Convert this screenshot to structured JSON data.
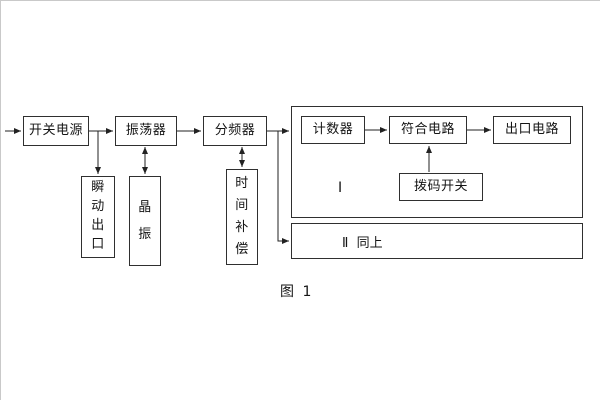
{
  "figure": {
    "caption": "图 1"
  },
  "blocks": {
    "power": "开关电源",
    "oscillator": "振荡器",
    "divider": "分频器",
    "counter": "计数器",
    "coincidence": "符合电路",
    "output": "出口电路",
    "dip_switch": "拨码开关",
    "instant_output": "瞬动出口",
    "crystal": "晶振",
    "time_comp": "时间补偿",
    "group1_label": "Ⅰ",
    "group2_label": "Ⅱ  同上"
  },
  "colors": {
    "ink": "#222222",
    "box_border": "#2f2f2f",
    "background": "#ffffff"
  }
}
